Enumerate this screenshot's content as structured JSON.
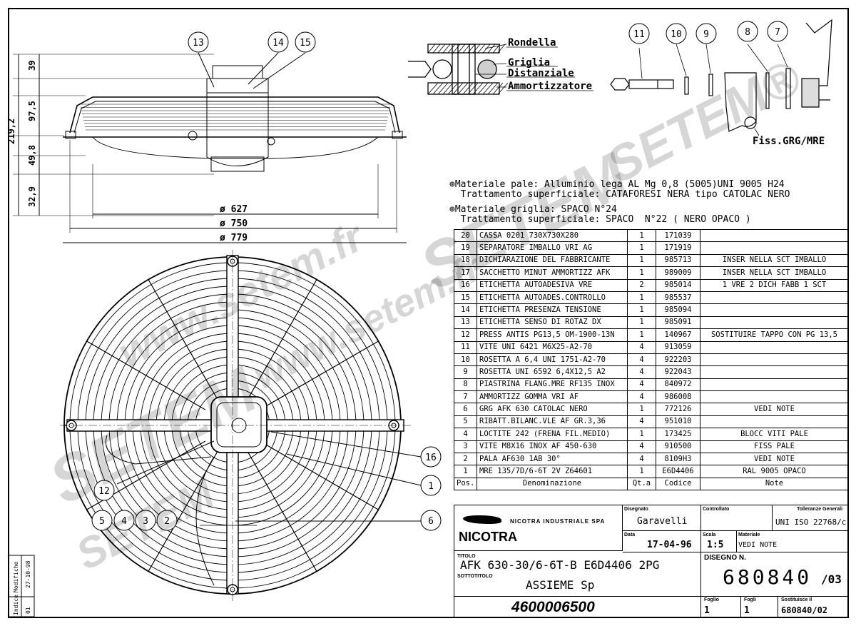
{
  "sheet": {
    "border_color": "#000000",
    "watermark_color": "#9a9a9a"
  },
  "dimensions": {
    "h_39": "39",
    "h_219_2": "219,2",
    "h_97_5": "97,5",
    "h_49_8": "49,8",
    "h_32_9": "32,9",
    "d627": "ø 627",
    "d750": "ø 750",
    "d779": "ø 779"
  },
  "balloons": [
    "13",
    "14",
    "15",
    "11",
    "10",
    "9",
    "8",
    "7",
    "12",
    "16",
    "1",
    "5",
    "4",
    "3",
    "2",
    "6"
  ],
  "section_labels": {
    "rondella": "Rondella",
    "griglia": "Griglia",
    "distanziale": "Distanziale",
    "ammortizzatore": "Ammortizzatore",
    "fiss": "Fiss.GRG/MRE"
  },
  "notes": [
    "⊕Materiale pale: Alluminio lega AL Mg 0,8 (5005)UNI 9005 H24",
    "  Trattamento superficiale: CATAFORESI NERA tipo CATOLAC NERO",
    "⊕Materiale griglia: SPACO N°24",
    "  Trattamento superficiale: SPACO  N°22 ( NERO OPACO )"
  ],
  "bom": {
    "rows": [
      {
        "pos": "20",
        "name": "CASSA 0201 730X730X280",
        "qty": "1",
        "code": "171039",
        "note": ""
      },
      {
        "pos": "19",
        "name": "SEPARATORE IMBALLO VRI AG",
        "qty": "1",
        "code": "171919",
        "note": ""
      },
      {
        "pos": "18",
        "name": "DICHIARAZIONE DEL FABBRICANTE",
        "qty": "1",
        "code": "985713",
        "note": "INSER NELLA SCT IMBALLO"
      },
      {
        "pos": "17",
        "name": "SACCHETTO MINUT AMMORTIZZ AFK",
        "qty": "1",
        "code": "989009",
        "note": "INSER NELLA SCT IMBALLO"
      },
      {
        "pos": "16",
        "name": "ETICHETTA AUTOADESIVA VRE",
        "qty": "2",
        "code": "985014",
        "note": "1 VRE 2 DICH FABB 1 SCT"
      },
      {
        "pos": "15",
        "name": "ETICHETTA AUTOADES.CONTROLLO",
        "qty": "1",
        "code": "985537",
        "note": ""
      },
      {
        "pos": "14",
        "name": "ETICHETTA PRESENZA TENSIONE",
        "qty": "1",
        "code": "985094",
        "note": ""
      },
      {
        "pos": "13",
        "name": "ETICHETTA SENSO DI ROTAZ DX",
        "qty": "1",
        "code": "985091",
        "note": ""
      },
      {
        "pos": "12",
        "name": "PRESS ANTIS PG13,5 OM-1900-13N",
        "qty": "1",
        "code": "140967",
        "note": "SOSTITUIRE TAPPO CON PG 13,5"
      },
      {
        "pos": "11",
        "name": "VITE UNI 6421 M6X25-A2-70",
        "qty": "4",
        "code": "913059",
        "note": ""
      },
      {
        "pos": "10",
        "name": "ROSETTA A 6,4 UNI 1751-A2-70",
        "qty": "4",
        "code": "922203",
        "note": ""
      },
      {
        "pos": "9",
        "name": "ROSETTA UNI 6592 6,4X12,5 A2",
        "qty": "4",
        "code": "922043",
        "note": ""
      },
      {
        "pos": "8",
        "name": "PIASTRINA FLANG.MRE RF135 INOX",
        "qty": "4",
        "code": "840972",
        "note": ""
      },
      {
        "pos": "7",
        "name": "AMMORTIZZ GOMMA VRI AF",
        "qty": "4",
        "code": "986008",
        "note": ""
      },
      {
        "pos": "6",
        "name": "GRG AFK 630 CATOLAC NERO",
        "qty": "1",
        "code": "772126",
        "note": "VEDI NOTE"
      },
      {
        "pos": "5",
        "name": "RIBATT.BILANC.VLE AF GR.3,36",
        "qty": "4",
        "code": "951010",
        "note": ""
      },
      {
        "pos": "4",
        "name": "LOCTITE 242 (FRENA FIL.MEDIO)",
        "qty": "1",
        "code": "173425",
        "note": "BLOCC VITI PALE"
      },
      {
        "pos": "3",
        "name": "VITE M8X16 INOX AF 450-630",
        "qty": "4",
        "code": "910500",
        "note": "FISS PALE"
      },
      {
        "pos": "2",
        "name": "PALA AF630 1AB 30°",
        "qty": "4",
        "code": "8109H3",
        "note": "VEDI NOTE"
      },
      {
        "pos": "1",
        "name": "MRE 135/7D/6-6T 2V Z64601",
        "qty": "1",
        "code": "E6D4406",
        "note": "RAL 9005 OPACO"
      }
    ],
    "header": {
      "pos": "Pos.",
      "name": "Denominazione",
      "qty": "Qt.a",
      "code": "Codice",
      "note": "Note"
    }
  },
  "titleblock": {
    "company": "NICOTRA INDUSTRIALE SPA",
    "logo": "NICOTRA",
    "label_disegnato": "Disegnato",
    "disegnato": "Garavelli",
    "label_controllato": "Controllato",
    "label_tolleranze": "Tolleranze Generali",
    "tolleranze": "UNI ISO 22768/c",
    "label_data": "Data",
    "data": "17-04-96",
    "label_scala": "Scala",
    "scala": "1:5",
    "label_materiale": "Materiale",
    "materiale": "VEDI NOTE",
    "label_titolo": "TITOLO",
    "titolo": "AFK 630-30/6-6T-B E6D4406 2PG",
    "label_sottotitolo": "SOTTOTITOLO",
    "sottotitolo": "ASSIEME Sp",
    "label_disegno": "DISEGNO N.",
    "disegno": "680840",
    "rev": "/03",
    "code": "4600006500",
    "label_foglio": "Foglio",
    "foglio": "1",
    "label_fogli": "Fogli",
    "fogli": "1",
    "label_sostituisce": "Sostituisce il",
    "sostituisce": "680840/02"
  },
  "revision": {
    "label_indice": "Indice",
    "label_modifiche": "Modifiche",
    "indice": "01",
    "data": "27-10-98"
  },
  "watermarks": [
    "www.setem.fr",
    "SETEM",
    "SETEM",
    "www.setem.fr",
    "SETEM",
    "SETEM®"
  ]
}
